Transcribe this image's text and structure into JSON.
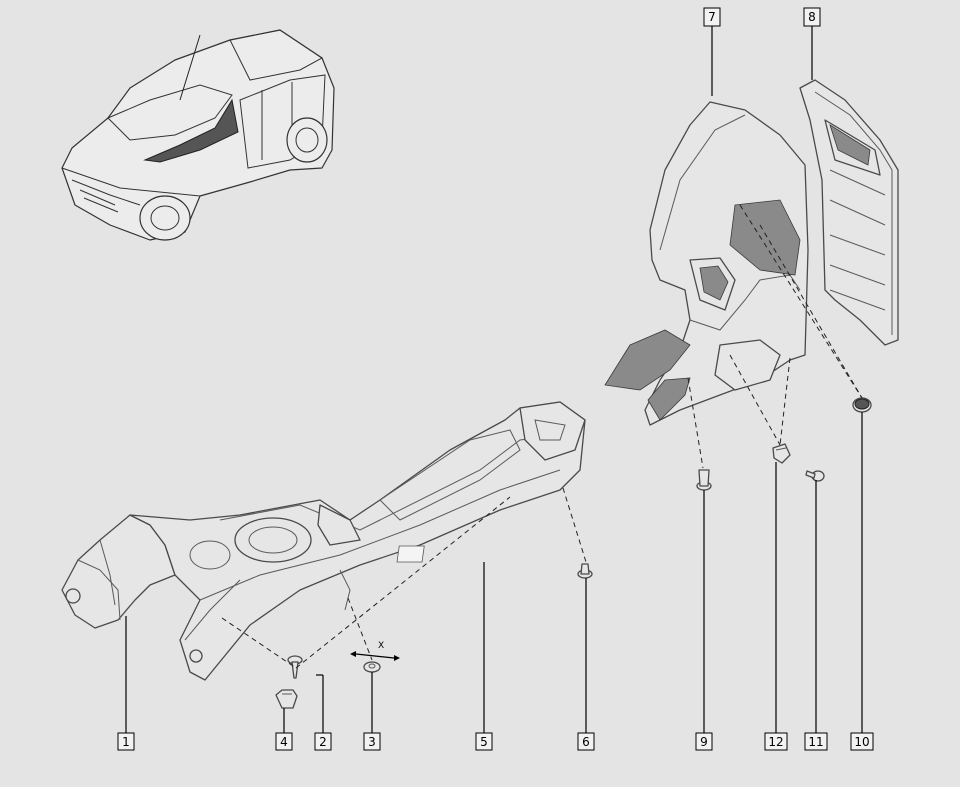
{
  "callouts": [
    {
      "id": "c1",
      "label": "1"
    },
    {
      "id": "c2",
      "label": "2"
    },
    {
      "id": "c3",
      "label": "3"
    },
    {
      "id": "c4",
      "label": "4"
    },
    {
      "id": "c5",
      "label": "5"
    },
    {
      "id": "c6",
      "label": "6"
    },
    {
      "id": "c7",
      "label": "7"
    },
    {
      "id": "c8",
      "label": "8"
    },
    {
      "id": "c9",
      "label": "9"
    },
    {
      "id": "c10",
      "label": "10"
    },
    {
      "id": "c11",
      "label": "11"
    },
    {
      "id": "c12",
      "label": "12"
    }
  ],
  "annotation_x": "X"
}
